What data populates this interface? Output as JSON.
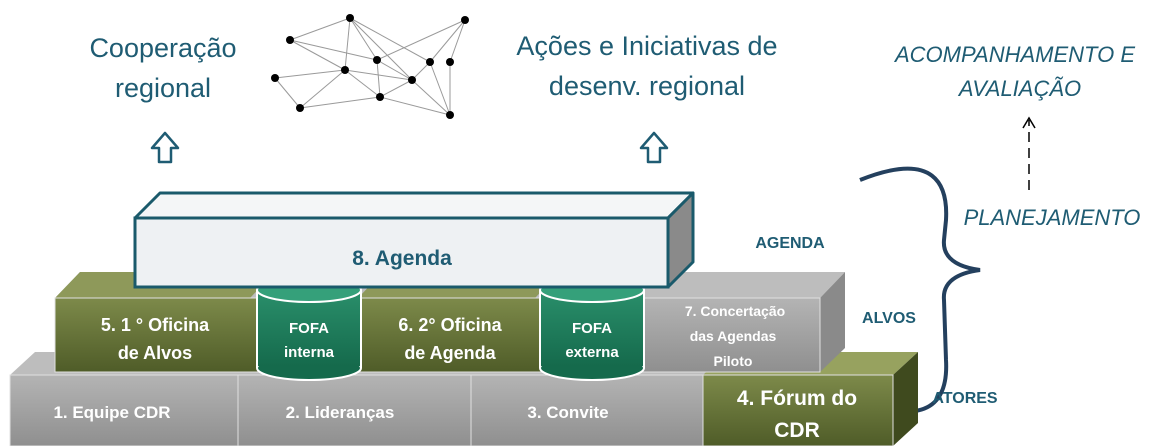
{
  "top": {
    "left_title_line1": "Cooperação",
    "left_title_line2": "regional",
    "center_title_line1": "Ações e Iniciativas de",
    "center_title_line2": "desenv.  regional",
    "right_title_line1": "ACOMPANHAMENTO E",
    "right_title_line2": "AVALIAÇÃO",
    "planning": "PLANEJAMENTO"
  },
  "levels": {
    "agenda": "AGENDA",
    "alvos": "ALVOS",
    "atores": "ATORES"
  },
  "blocks": {
    "agenda": "8. Agenda",
    "oficina_alvos_line1": "5. 1 ° Oficina",
    "oficina_alvos_line2": "de Alvos",
    "fofa_interna_line1": "FOFA",
    "fofa_interna_line2": "interna",
    "oficina_agenda_line1": "6.  2° Oficina",
    "oficina_agenda_line2": "de Agenda",
    "fofa_externa_line1": "FOFA",
    "fofa_externa_line2": "externa",
    "concertacao_line1": "7. Concertação",
    "concertacao_line2": "das Agendas",
    "concertacao_line3": "Piloto",
    "equipe": "1. Equipe CDR",
    "liderancas": "2. Lideranças",
    "convite": "3. Convite",
    "forum_line1": "4. Fórum do",
    "forum_line2": "CDR"
  },
  "colors": {
    "title_blue": "#1f5c73",
    "dark_teal": "#1a5a6b",
    "olive": "#5e6b34",
    "gray_block": "#a6a6a6",
    "fofa_green": "#1f7a5c"
  }
}
